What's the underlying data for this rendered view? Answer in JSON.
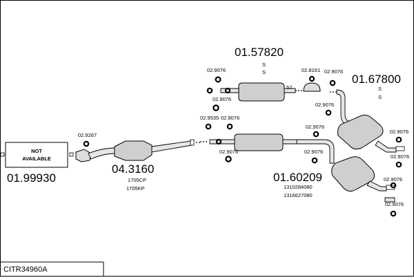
{
  "diagram": {
    "ref_code": "CITR34960A",
    "front_box_label_line1": "NOT",
    "front_box_label_line2": "AVAILABLE",
    "parts": {
      "front_pipe_number": "01.99930",
      "cat_number": "04.3160",
      "cat_sub1": "1705CP",
      "cat_sub2": "1705KP",
      "upper_center_number": "01.57820",
      "upper_center_marks": [
        "S",
        "S"
      ],
      "right_upper_number": "01.67800",
      "right_upper_marks": [
        "S",
        "S"
      ],
      "lower_center_number": "01.60209",
      "lower_center_sub1": "1310284080",
      "lower_center_sub2": "1316627080"
    },
    "fittings": {
      "cat_clamp": "02.9267",
      "upper_left_1": "02.9076",
      "upper_left_2": "02.9076",
      "upper_mid": "02.8161",
      "upper_right": "02.9076",
      "mid_right": "02.9076",
      "mid_left_a": "02.9535",
      "mid_left_b": "02.9076",
      "lower_left": "02.9076",
      "lower_mid_a": "02.9076",
      "lower_mid_b": "02.9076",
      "right_1": "02.9076",
      "right_2": "02.9076",
      "right_3": "02.9076",
      "right_4": "02.9076",
      "part_57": "57"
    }
  }
}
